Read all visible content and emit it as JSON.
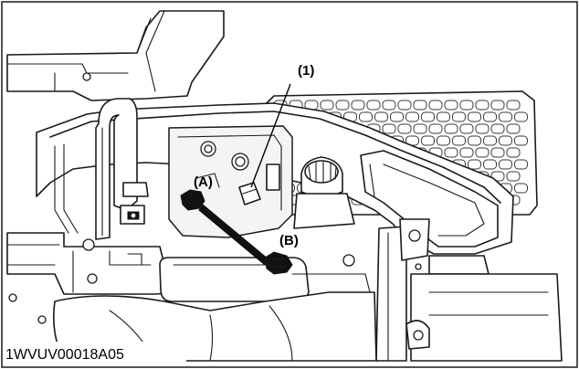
{
  "figure": {
    "figure_code": "1WVUV00018A05",
    "callouts": {
      "part_1": "(1)",
      "point_a": "(A)",
      "point_b": "(B)"
    }
  }
}
